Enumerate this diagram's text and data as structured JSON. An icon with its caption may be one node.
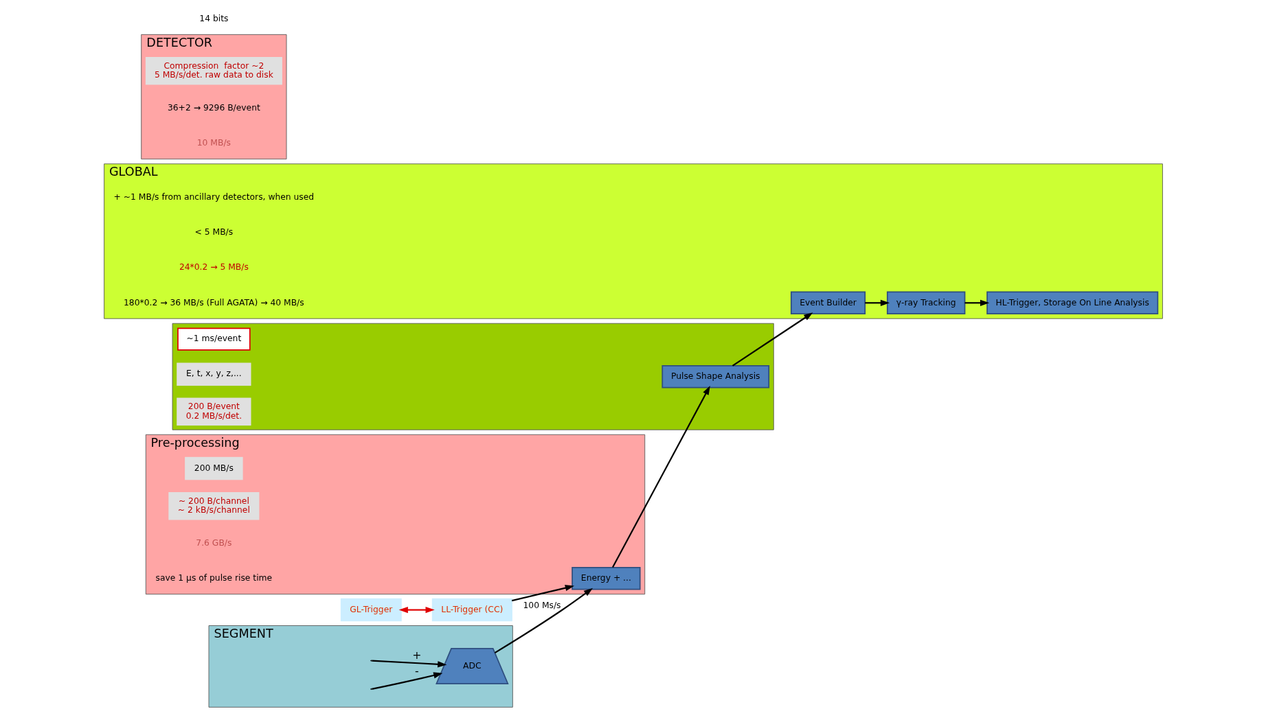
{
  "diagram": {
    "nodes": [
      {
        "text": [
          "SEGMENT"
        ]
      },
      {
        "text": [
          "ADC"
        ],
        "in": 0
      },
      {
        "text": [
          "Pre-processing"
        ]
      },
      {
        "text": [
          "200 MB/s"
        ],
        "in": 2
      },
      {
        "text": [
          "Energy + ..."
        ],
        "in": 2
      },
      {
        "text": [
          "~ 200 B/channel",
          "~ 2 kB/s/channel"
        ],
        "in": 2
      },
      {
        "text": [
          "GL-Trigger"
        ]
      },
      {
        "text": [
          "LL-Trigger (CC)"
        ]
      },
      {
        "text": [
          "DETECTOR"
        ]
      },
      {
        "text": [
          "Compression  factor ~2",
          "5 MB/s/det. raw data to disk"
        ],
        "in": 8
      },
      {
        "text": [],
        "shape": "box"
      },
      {
        "text": [
          "~1 ms/event"
        ],
        "in": 10
      },
      {
        "text": [
          "E, t, x, y, z,..."
        ],
        "in": 10
      },
      {
        "text": [
          "Pulse Shape Analysis"
        ],
        "in": 10
      },
      {
        "text": [
          "200 B/event",
          "0.2 MB/s/det."
        ],
        "in": 10
      },
      {
        "text": [
          "GLOBAL"
        ]
      },
      {
        "text": [
          "Event Builder"
        ],
        "in": 15
      },
      {
        "text": [
          "γ-ray Tracking"
        ],
        "in": 15
      },
      {
        "text": [
          "HL-Trigger, Storage On Line Analysis"
        ],
        "in": 15
      }
    ],
    "edges": [
      {
        "from": null,
        "to": 1,
        "arrow": "to",
        "label": "+"
      },
      {
        "from": null,
        "to": 1,
        "arrow": "to",
        "label": "-"
      },
      {
        "from": 1,
        "to": 4,
        "arrow": "to",
        "label": "100 Ms/s"
      },
      {
        "from": 6,
        "to": 7,
        "arrow": "both",
        "color": "#e00000"
      },
      {
        "from": 7,
        "to": 4,
        "arrow": "to"
      },
      {
        "from": 4,
        "to": 13,
        "arrow": "to"
      },
      {
        "from": 13,
        "to": 16,
        "arrow": "to"
      },
      {
        "from": 16,
        "to": 17,
        "arrow": "to"
      },
      {
        "from": 17,
        "to": 18,
        "arrow": "to"
      }
    ],
    "labels": [
      "14 bits",
      "7.6 GB/s",
      "save 1 µs of pulse rise time",
      "36+2 → 9296 B/event",
      "10 MB/s",
      "+ ~1 MB/s from ancillary detectors, when used",
      "< 5 MB/s",
      "24*0.2 → 5 MB/s",
      "180*0.2 → 36 MB/s (Full AGATA) → 40 MB/s"
    ]
  }
}
